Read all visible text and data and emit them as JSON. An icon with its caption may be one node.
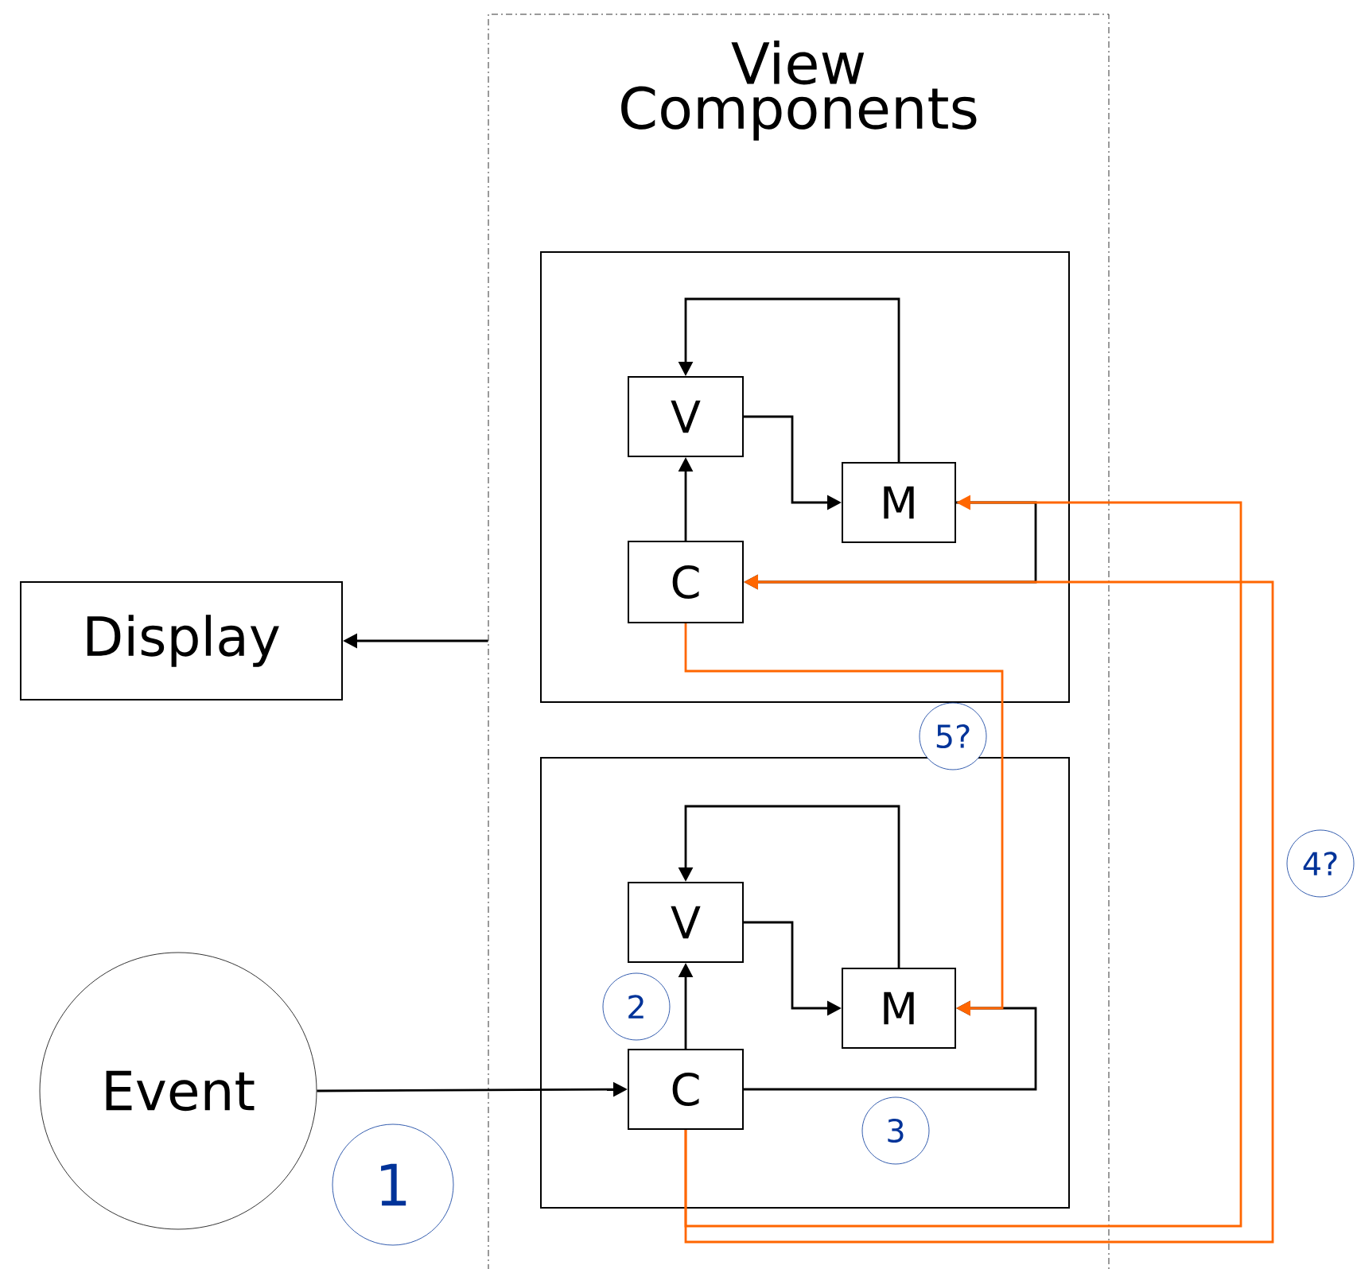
{
  "diagram": {
    "nodes": [
      {
        "text": [
          "View Components"
        ]
      },
      {
        "text": [
          "Display"
        ]
      },
      {
        "text": [
          "Event"
        ]
      },
      {
        "text": [],
        "shape": "box",
        "in": 0
      },
      {
        "text": [
          "V"
        ],
        "in": 3
      },
      {
        "text": [
          "M"
        ],
        "in": 3
      },
      {
        "text": [
          "C"
        ],
        "in": 3
      },
      {
        "text": [],
        "shape": "box",
        "in": 0
      },
      {
        "text": [
          "V"
        ],
        "in": 7
      },
      {
        "text": [
          "M"
        ],
        "in": 7
      },
      {
        "text": [
          "C"
        ],
        "in": 7
      }
    ],
    "edges": [
      {
        "from": 0,
        "to": 1,
        "arrow": "to"
      },
      {
        "from": 5,
        "to": 4,
        "arrow": "to"
      },
      {
        "from": 4,
        "to": 5,
        "arrow": "to"
      },
      {
        "from": 6,
        "to": 4,
        "arrow": "to"
      },
      {
        "from": 5,
        "to": 6,
        "arrow": "to"
      },
      {
        "from": 9,
        "to": 8,
        "arrow": "to"
      },
      {
        "from": 8,
        "to": 9,
        "arrow": "to"
      },
      {
        "from": 10,
        "to": 8,
        "arrow": "to"
      },
      {
        "from": 10,
        "to": 9,
        "arrow": "to"
      },
      {
        "from": 2,
        "to": 10,
        "arrow": "to"
      },
      {
        "from": 6,
        "to": 9,
        "arrow": "to",
        "color": "#ff6600"
      },
      {
        "from": 10,
        "to": 5,
        "arrow": "to",
        "color": "#ff6600"
      },
      {
        "from": 10,
        "to": 6,
        "arrow": "to",
        "color": "#ff6600"
      }
    ],
    "labels": [
      "5?",
      "4?",
      "2",
      "3",
      "1"
    ]
  }
}
